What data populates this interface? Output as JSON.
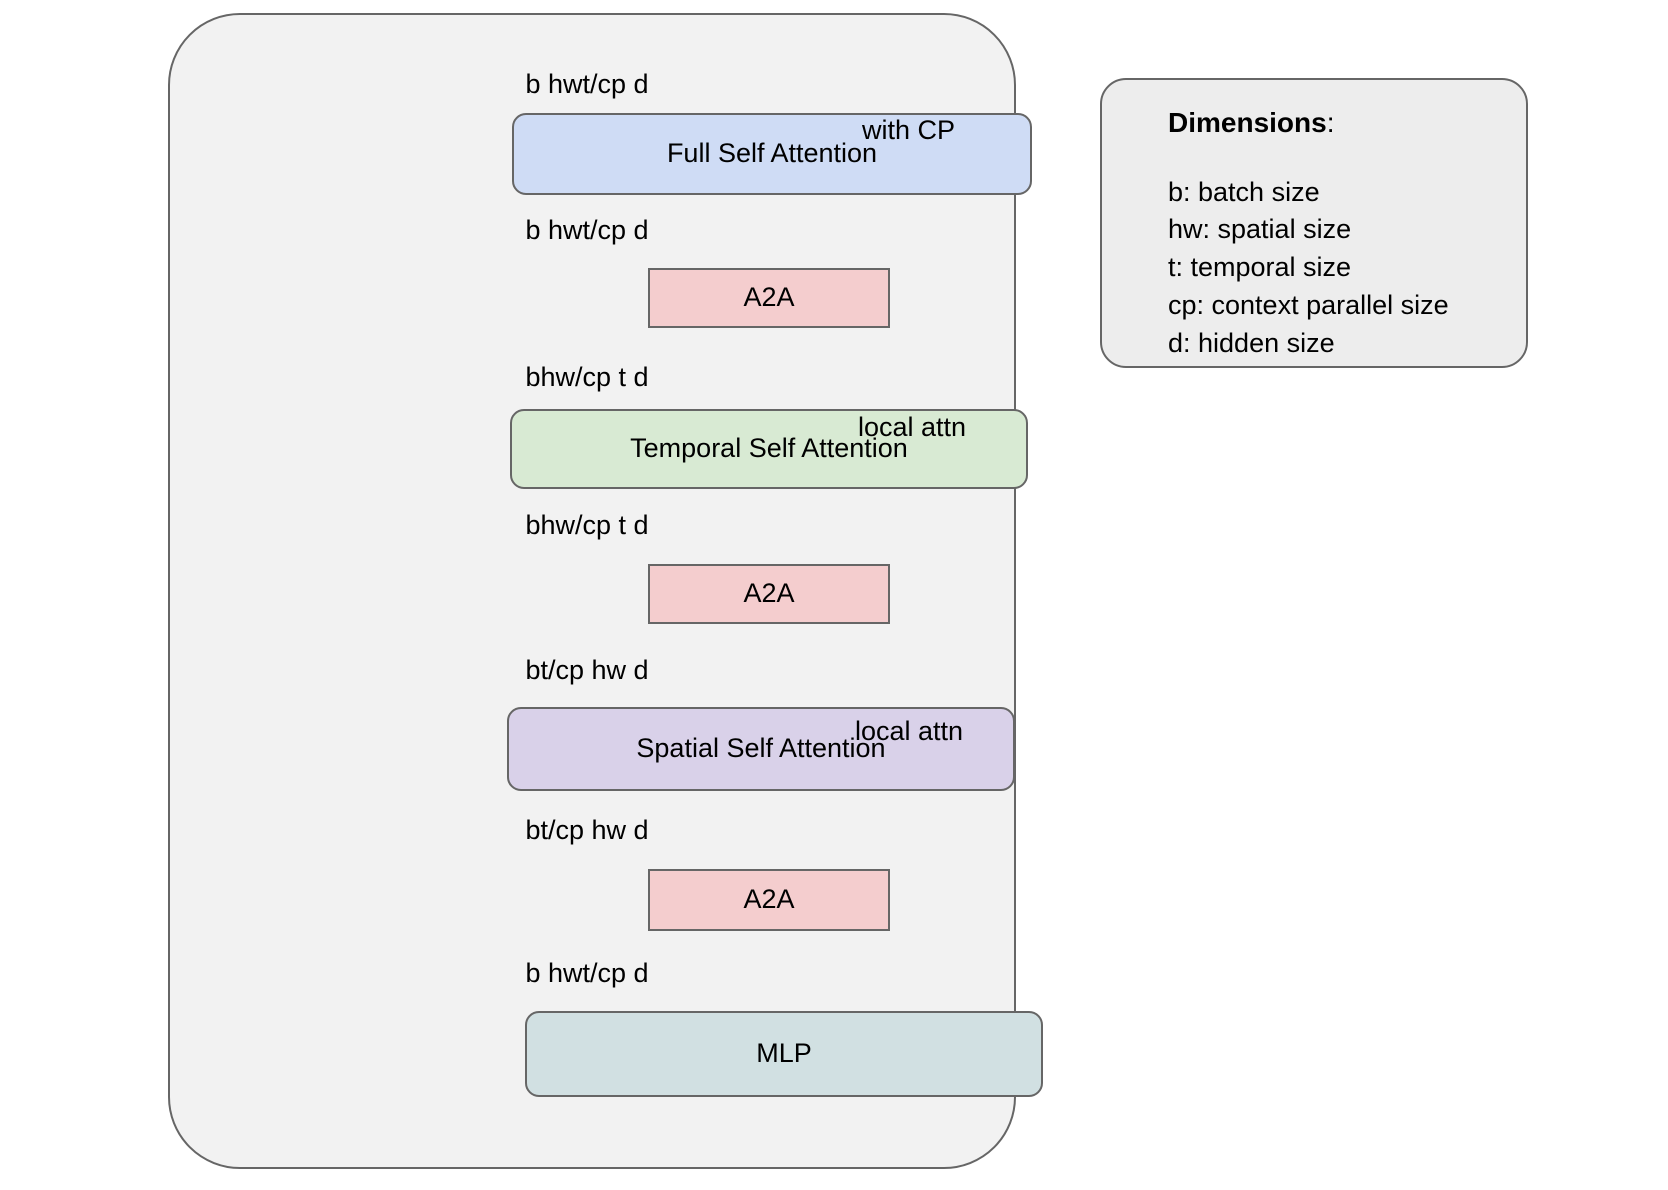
{
  "diagram": {
    "title": "Context-parallel transformer block dataflow",
    "block": {
      "nodes": [
        {
          "id": "full-self-attention",
          "label": "Full Self Attention",
          "color": "#cfdcf5",
          "shape": "rounded"
        },
        {
          "id": "a2a-1",
          "label": "A2A",
          "color": "#f4cdce",
          "shape": "square"
        },
        {
          "id": "temporal-self-attention",
          "label": "Temporal Self Attention",
          "color": "#d8ead3",
          "shape": "rounded"
        },
        {
          "id": "a2a-2",
          "label": "A2A",
          "color": "#f4cdce",
          "shape": "square"
        },
        {
          "id": "spatial-self-attention",
          "label": "Spatial Self Attention",
          "color": "#d9d1e9",
          "shape": "rounded"
        },
        {
          "id": "a2a-3",
          "label": "A2A",
          "color": "#f4cdce",
          "shape": "square"
        },
        {
          "id": "mlp",
          "label": "MLP",
          "color": "#d1e0e2",
          "shape": "rounded"
        }
      ],
      "shape_labels": [
        {
          "id": "shape-1",
          "text": "b hwt/cp d",
          "above": "full-self-attention"
        },
        {
          "id": "shape-2",
          "text": "b hwt/cp d",
          "above": "a2a-1"
        },
        {
          "id": "shape-3",
          "text": "bhw/cp t d",
          "above": "temporal-self-attention"
        },
        {
          "id": "shape-4",
          "text": "bhw/cp t d",
          "above": "a2a-2"
        },
        {
          "id": "shape-5",
          "text": "bt/cp hw d",
          "above": "spatial-self-attention"
        },
        {
          "id": "shape-6",
          "text": "bt/cp hw d",
          "above": "a2a-3"
        },
        {
          "id": "shape-7",
          "text": "b hwt/cp d",
          "above": "mlp"
        }
      ],
      "annotations": [
        {
          "id": "annotation-with-cp",
          "text": "with CP",
          "for": "full-self-attention"
        },
        {
          "id": "annotation-local-attn-temporal",
          "text": "local attn",
          "for": "temporal-self-attention"
        },
        {
          "id": "annotation-local-attn-spatial",
          "text": "local attn",
          "for": "spatial-self-attention"
        }
      ]
    },
    "legend": {
      "title_keyword": "Dimensions",
      "title_suffix": ":",
      "items": [
        "b: batch size",
        "hw: spatial size",
        "t: temporal size",
        "cp: context parallel size",
        "d: hidden size"
      ]
    }
  },
  "colors": {
    "canvas": "#ffffff",
    "container_fill": "#f2f2f2",
    "legend_fill": "#ededed",
    "stroke": "#666666",
    "text": "#000000"
  }
}
